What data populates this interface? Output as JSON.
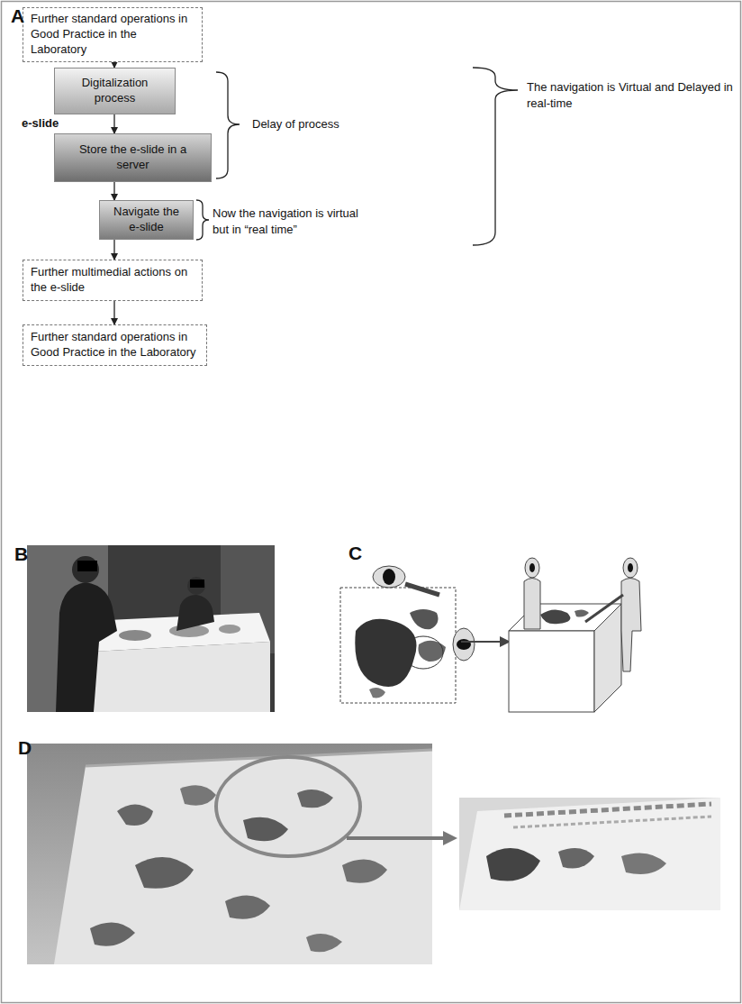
{
  "diagram": {
    "nodes": [
      {
        "text": [
          "Further standard operations in Good Practice in the Laboratory"
        ]
      },
      {
        "text": [
          "Digitalization process"
        ]
      },
      {
        "text": [
          "Store the e-slide in a server"
        ]
      },
      {
        "text": [
          "Navigate the e-slide"
        ]
      },
      {
        "text": [
          "Further multimedial actions on the e-slide"
        ]
      },
      {
        "text": [
          "Further standard operations in Good Practice in the Laboratory"
        ]
      }
    ],
    "edges": [
      {
        "from": 0,
        "to": 1,
        "arrow": "to"
      },
      {
        "from": 1,
        "to": 2,
        "arrow": "to"
      },
      {
        "from": 2,
        "to": 3,
        "arrow": "to"
      },
      {
        "from": 3,
        "to": 4,
        "arrow": "to"
      },
      {
        "from": 4,
        "to": 5,
        "arrow": "to"
      }
    ],
    "labels": [
      "A",
      "e-slide",
      "Delay of process",
      "Now the navigation is virtual but in “real time”",
      "The navigation is Virtual and Delayed in real-time",
      "B",
      "C",
      "D"
    ]
  }
}
